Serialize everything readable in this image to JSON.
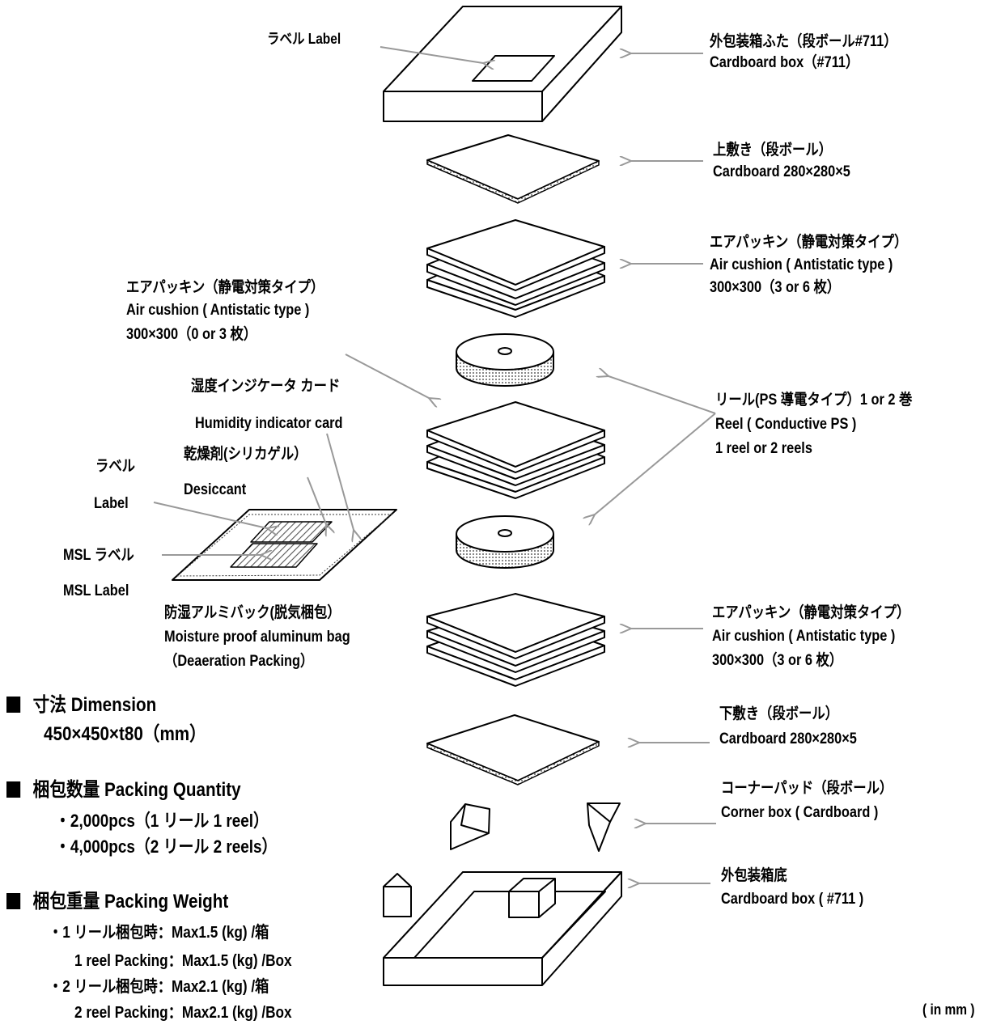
{
  "labels": {
    "label_top": "ラベル Label",
    "box_lid_jp": "外包装箱ふた（段ボール#711）",
    "box_lid_en": "Cardboard box（#711）",
    "top_sheet_jp": "上敷き（段ボール）",
    "top_sheet_en": "Cardboard 280×280×5",
    "air_right1_jp": "エアパッキン（静電対策タイプ）",
    "air_right1_en": "Air cushion ( Antistatic type )",
    "air_right1_qty": "300×300（3 or 6 枚）",
    "air_left_jp": "エアパッキン（静電対策タイプ）",
    "air_left_en": "Air cushion ( Antistatic type )",
    "air_left_qty": "300×300（0 or 3 枚）",
    "humidity_jp": "湿度インジケータ カード",
    "humidity_en": "Humidity indicator card",
    "desiccant_jp": "乾燥剤(シリカゲル）",
    "desiccant_en": "Desiccant",
    "label_jp": "ラベル",
    "label_en": "Label",
    "msl_jp": "MSL ラベル",
    "msl_en": "MSL Label",
    "reel_jp": "リール(PS 導電タイプ）1 or 2 巻",
    "reel_en": "Reel ( Conductive PS )",
    "reel_qty": "1 reel  or  2 reels",
    "bag_jp": "防湿アルミバック(脱気梱包）",
    "bag_en": "Moisture proof aluminum bag",
    "bag_en2": "（Deaeration Packing）",
    "air_right2_jp": "エアパッキン（静電対策タイプ）",
    "air_right2_en": "Air cushion ( Antistatic type )",
    "air_right2_qty": "300×300（3 or 6 枚）",
    "bottom_sheet_jp": "下敷き（段ボール）",
    "bottom_sheet_en": "Cardboard 280×280×5",
    "corner_jp": "コーナーパッド（段ボール）",
    "corner_en": "Corner box ( Cardboard )",
    "box_bottom_jp": "外包装箱底",
    "box_bottom_en": "Cardboard box ( #711 )",
    "unit_note": "( in mm )"
  },
  "specs": {
    "dimension_title": "寸法 Dimension",
    "dimension_value": "450×450×t80（mm）",
    "quantity_title": "梱包数量  Packing Quantity",
    "quantity_1": "・2,000pcs（1 リール  1 reel）",
    "quantity_2": "・4,000pcs（2 リール  2 reels）",
    "weight_title": "梱包重量  Packing Weight",
    "weight_1_jp": "・1 リール梱包時：Max1.5 (kg) /箱",
    "weight_1_en": "1 reel Packing：Max1.5 (kg) /Box",
    "weight_2_jp": "・2 リール梱包時：Max2.1 (kg) /箱",
    "weight_2_en": "2 reel Packing：Max2.1 (kg) /Box"
  },
  "colors": {
    "line": "#000000",
    "arrow": "#999999",
    "hatch": "#666666"
  }
}
